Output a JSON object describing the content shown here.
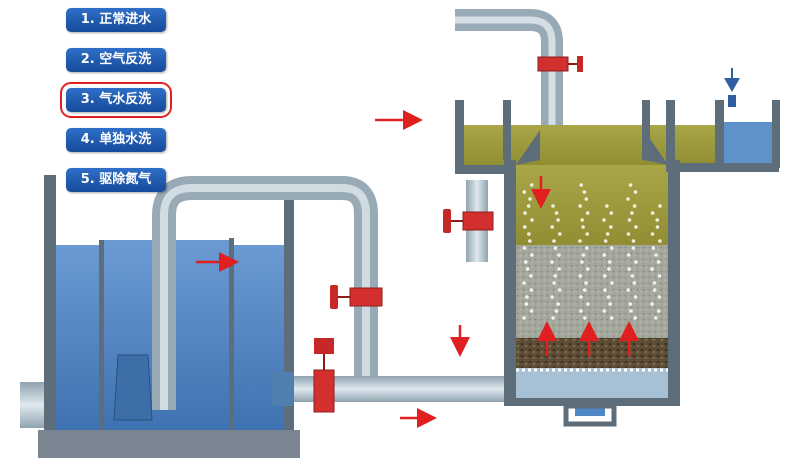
{
  "menu": {
    "items": [
      {
        "label": "1. 正常进水"
      },
      {
        "label": "2. 空气反洗"
      },
      {
        "label": "3. 气水反洗"
      },
      {
        "label": "4. 单独水洗"
      },
      {
        "label": "5. 驱除氮气"
      }
    ],
    "active_index": 2
  },
  "colors": {
    "menu_button": "#1f56a8",
    "highlight_border": "#e02020",
    "water": "#4f86c6",
    "tank_wall": "#5d6d7a",
    "pipe": "#b9c9d3",
    "valve": "#d32f2f",
    "flow_arrow": "#e02020",
    "turbid_water": "#9e9a3a",
    "filter_media": "#9a9f94",
    "support_gravel": "#5a4a35"
  },
  "icons": [
    "flow-arrow-icon",
    "valve-icon",
    "air-bubble-icon",
    "vent-icon"
  ]
}
